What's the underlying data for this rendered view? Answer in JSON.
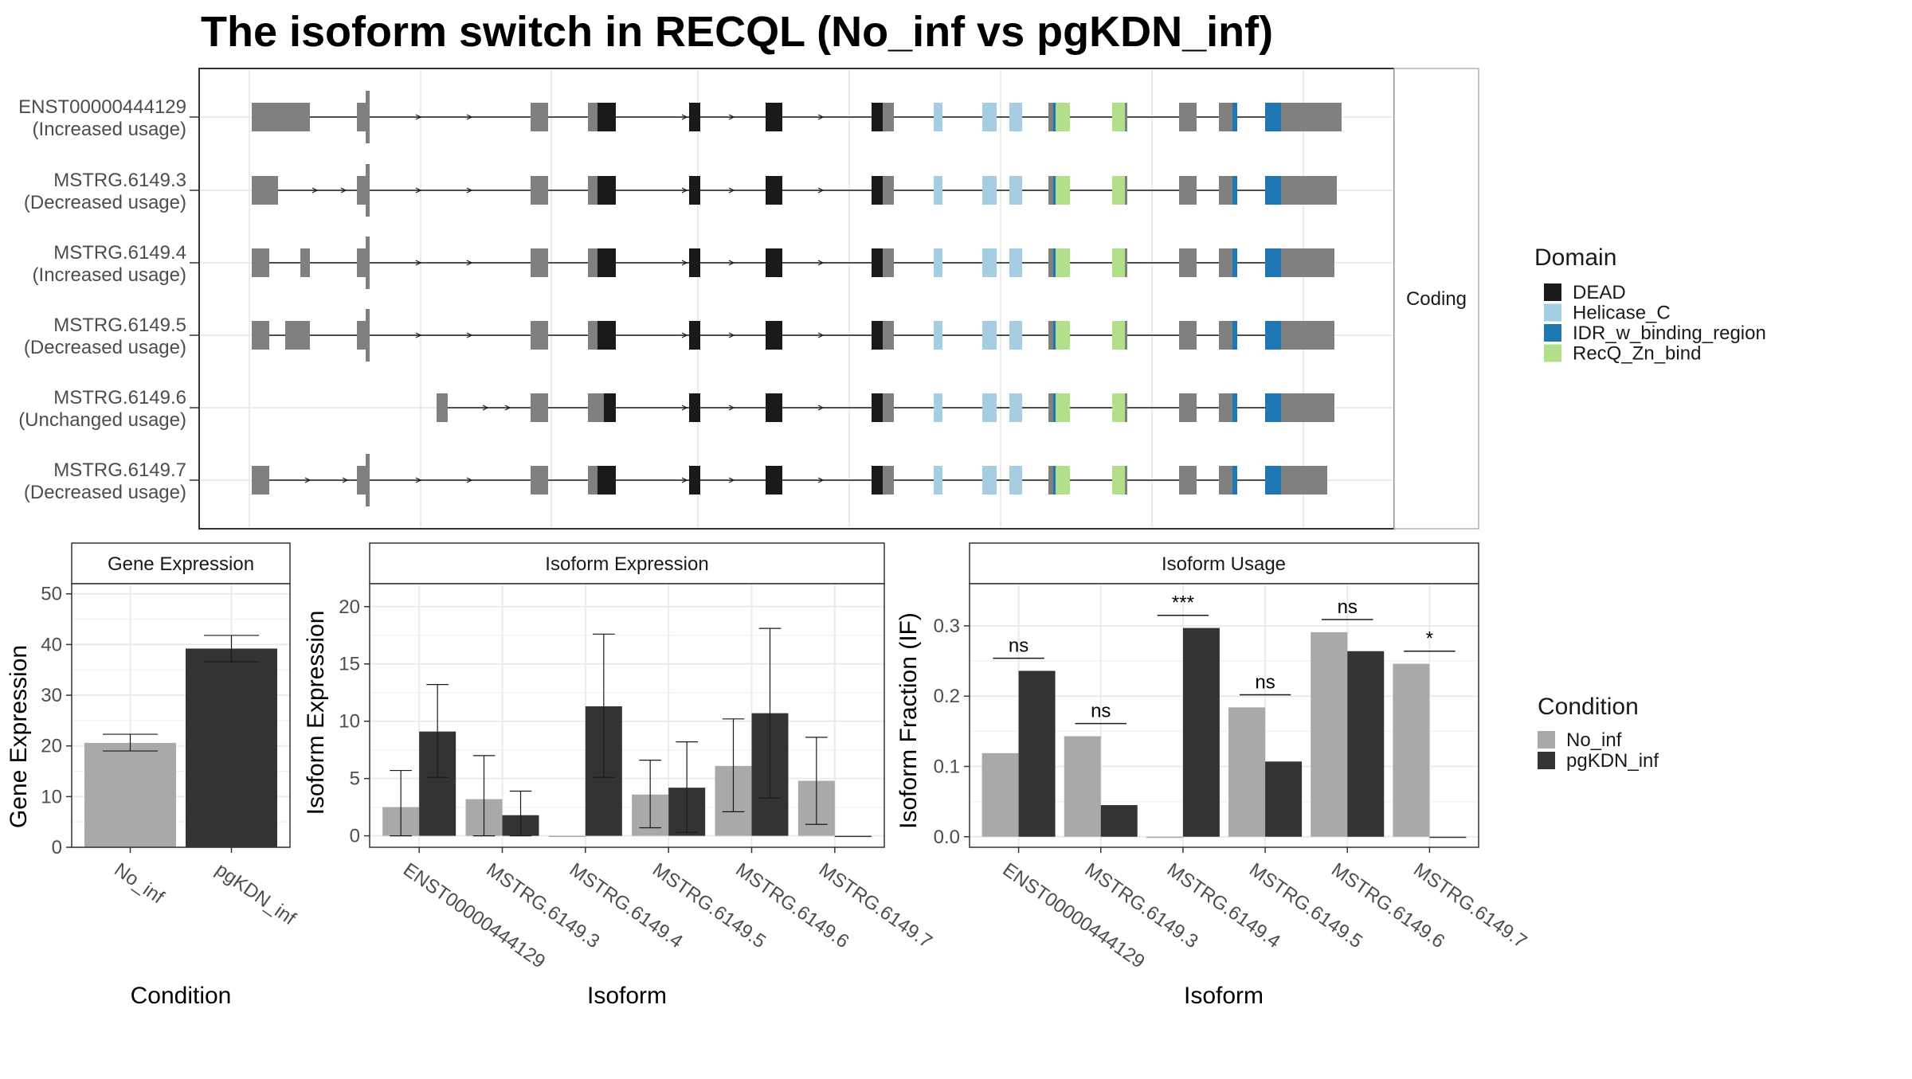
{
  "title": "The isoform switch in RECQL (No_inf vs pgKDN_inf)",
  "colors": {
    "no_inf": "#A9A9A9",
    "pgkdn_inf": "#333333",
    "utr": "#808080",
    "DEAD": "#1A1A1A",
    "Helicase_C": "#A6CEE3",
    "IDR_w_binding_region": "#1F78B4",
    "RecQ_Zn_bind": "#B2DF8A"
  },
  "structure_panel": {
    "strip_label": "Coding",
    "domain_legend_title": "Domain",
    "domains": [
      "DEAD",
      "Helicase_C",
      "IDR_w_binding_region",
      "RecQ_Zn_bind"
    ],
    "isoforms": [
      {
        "name": "ENST00000444129",
        "usage": "(Increased usage)"
      },
      {
        "name": "MSTRG.6149.3",
        "usage": "(Decreased usage)"
      },
      {
        "name": "MSTRG.6149.4",
        "usage": "(Increased usage)"
      },
      {
        "name": "MSTRG.6149.5",
        "usage": "(Decreased usage)"
      },
      {
        "name": "MSTRG.6149.6",
        "usage": "(Unchanged usage)"
      },
      {
        "name": "MSTRG.6149.7",
        "usage": "(Decreased usage)"
      }
    ]
  },
  "condition_legend": {
    "title": "Condition",
    "items": [
      "No_inf",
      "pgKDN_inf"
    ]
  },
  "chart_data": [
    {
      "type": "bar",
      "title": "Gene Expression",
      "xlabel": "Condition",
      "ylabel": "Gene Expression",
      "categories": [
        "No_inf",
        "pgKDN_inf"
      ],
      "values": [
        20.6,
        39.2
      ],
      "error_low": [
        19.0,
        36.6
      ],
      "error_high": [
        22.3,
        41.8
      ],
      "ylim": [
        0,
        52
      ],
      "yticks": [
        0,
        10,
        20,
        30,
        40,
        50
      ]
    },
    {
      "type": "bar",
      "title": "Isoform Expression",
      "xlabel": "Isoform",
      "ylabel": "Isoform Expression",
      "categories": [
        "ENST00000444129",
        "MSTRG.6149.3",
        "MSTRG.6149.4",
        "MSTRG.6149.5",
        "MSTRG.6149.6",
        "MSTRG.6149.7"
      ],
      "series": [
        {
          "name": "No_inf",
          "values": [
            2.5,
            3.2,
            0.0,
            3.6,
            6.1,
            4.8
          ],
          "error_low": [
            0.0,
            0.0,
            0.0,
            0.7,
            2.1,
            1.0
          ],
          "error_high": [
            5.7,
            7.0,
            0.0,
            6.6,
            10.2,
            8.6
          ]
        },
        {
          "name": "pgKDN_inf",
          "values": [
            9.1,
            1.8,
            11.3,
            4.2,
            10.7,
            0.0
          ],
          "error_low": [
            5.1,
            0.0,
            5.1,
            0.3,
            3.3,
            0.0
          ],
          "error_high": [
            13.2,
            3.9,
            17.6,
            8.2,
            18.1,
            0.0
          ]
        }
      ],
      "ylim": [
        -1,
        22
      ],
      "yticks": [
        0,
        5,
        10,
        15,
        20
      ]
    },
    {
      "type": "bar",
      "title": "Isoform Usage",
      "xlabel": "Isoform",
      "ylabel": "Isoform Fraction (IF)",
      "categories": [
        "ENST00000444129",
        "MSTRG.6149.3",
        "MSTRG.6149.4",
        "MSTRG.6149.5",
        "MSTRG.6149.6",
        "MSTRG.6149.7"
      ],
      "series": [
        {
          "name": "No_inf",
          "values": [
            0.119,
            0.143,
            0.0,
            0.184,
            0.291,
            0.246
          ]
        },
        {
          "name": "pgKDN_inf",
          "values": [
            0.236,
            0.045,
            0.297,
            0.107,
            0.264,
            0.0
          ]
        }
      ],
      "significance": [
        "ns",
        "ns",
        "***",
        "ns",
        "ns",
        "*"
      ],
      "ylim": [
        -0.015,
        0.36
      ],
      "yticks": [
        0.0,
        0.1,
        0.2,
        0.3
      ]
    }
  ]
}
